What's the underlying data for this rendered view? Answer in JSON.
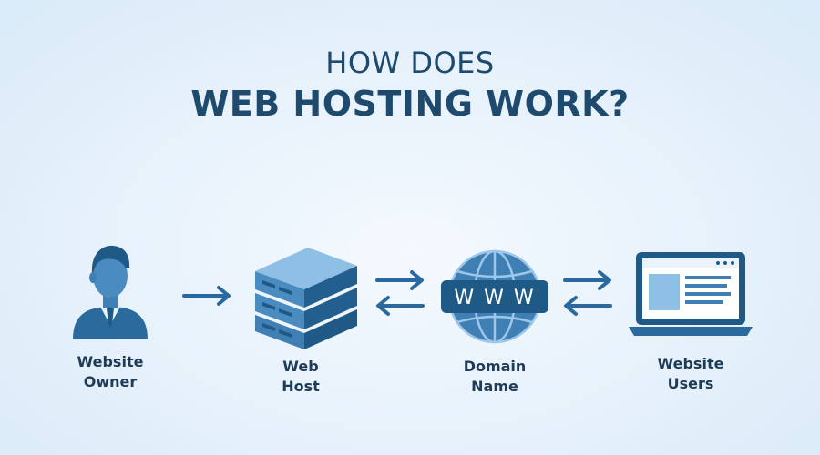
{
  "title": {
    "line1": "HOW DOES",
    "line2": "WEB HOSTING WORK?"
  },
  "nodes": [
    {
      "id": "owner",
      "line1": "Website",
      "line2": "Owner",
      "icon": "person-icon"
    },
    {
      "id": "host",
      "line1": "Web",
      "line2": "Host",
      "icon": "server-icon"
    },
    {
      "id": "domain",
      "line1": "Domain",
      "line2": "Name",
      "icon": "globe-www-icon",
      "www_text": "W W W"
    },
    {
      "id": "users",
      "line1": "Website",
      "line2": "Users",
      "icon": "laptop-icon"
    }
  ],
  "colors": {
    "title": "#1d4a6d",
    "icon_dark": "#1f5a86",
    "icon_mid": "#3f7fb3",
    "icon_light": "#8ec0e6",
    "arrow": "#2a69a0",
    "background": "#e6f1fb"
  }
}
